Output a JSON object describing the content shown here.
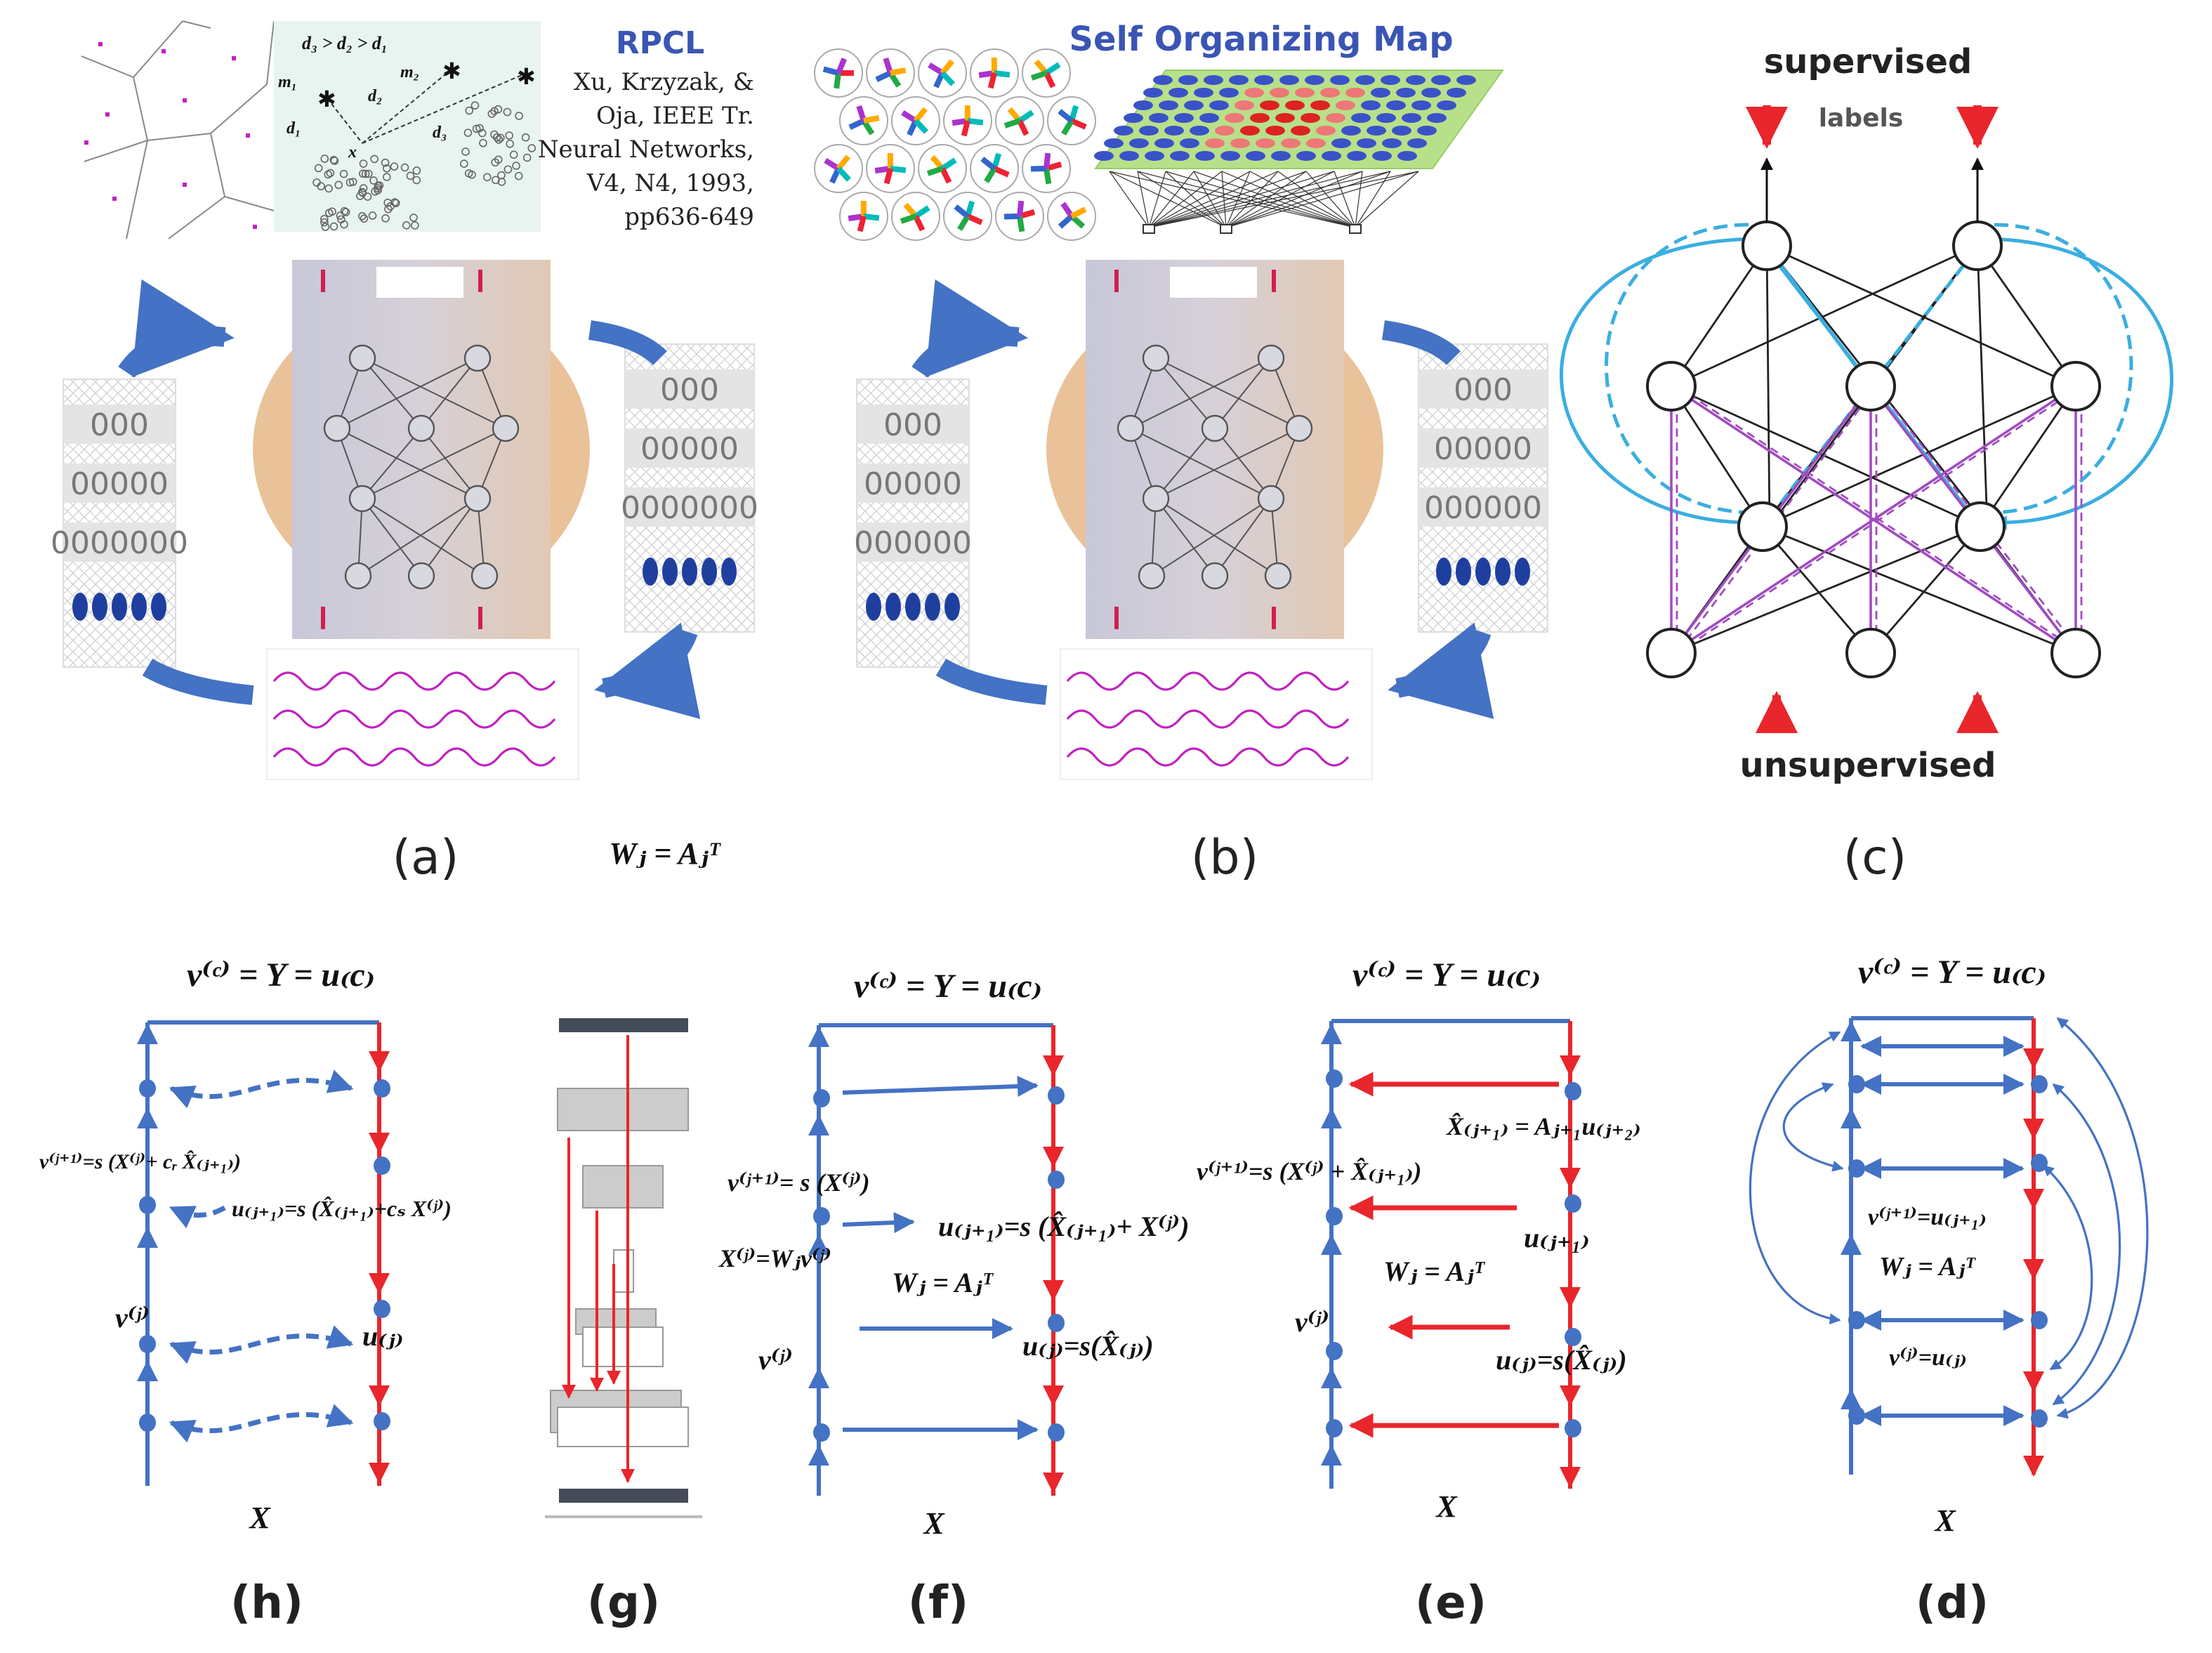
{
  "colors": {
    "blue": "#4472c4",
    "red": "#e8262b",
    "cyan": "#3aaee0",
    "purple": "#a04cc0",
    "pink": "#c020c0",
    "title_blue": "#3a55b4"
  },
  "panel_a": {
    "label": "(a)",
    "title": "RPCL",
    "citation": [
      "Xu, Krzyzak,  &",
      "Oja, IEEE Tr.",
      "Neural Networks,",
      "V4, N4, 1993,",
      "pp636-649"
    ],
    "scatter": {
      "inequality": "d₃ > d₂ > d₁",
      "m1": "m₁",
      "m2": "m₂",
      "d1": "d₁",
      "d2": "d₂",
      "d3": "d₃",
      "x": "x"
    },
    "equation": "Wⱼ = Aⱼᵀ",
    "layers_left": [
      "000",
      "00000",
      "0000000"
    ],
    "layers_right": [
      "000",
      "00000",
      "0000000"
    ]
  },
  "panel_b": {
    "label": "(b)",
    "title": "Self Organizing Map",
    "layers_left": [
      "000",
      "00000",
      "000000"
    ],
    "layers_right": [
      "000",
      "00000",
      "000000"
    ]
  },
  "panel_c": {
    "label": "(c)",
    "top": "supervised",
    "labels": "labels",
    "bottom": "unsupervised"
  },
  "panel_h": {
    "label": "(h)",
    "top": "v⁽ᶜ⁾ = Y = u₍c₎",
    "eq_v": "v⁽ʲ⁺¹⁾=s (X⁽ʲ⁾+ cᵣ X̂₍ⱼ₊₁₎)",
    "eq_u": "u₍ⱼ₊₁₎=s (X̂₍ⱼ₊₁₎+cₛ X⁽ʲ⁾)",
    "vj": "v⁽ʲ⁾",
    "uj": "u₍ⱼ₎",
    "x": "X"
  },
  "panel_g": {
    "label": "(g)"
  },
  "panel_f": {
    "label": "(f)",
    "top": "v⁽ᶜ⁾ = Y = u₍c₎",
    "eq_v": "v⁽ʲ⁺¹⁾= s (X⁽ʲ⁾)",
    "eq_x": "X⁽ʲ⁾=Wⱼv⁽ʲ⁾",
    "eq_u": "u₍ⱼ₊₁₎=s (X̂₍ⱼ₊₁₎+ X⁽ʲ⁾)",
    "eq_w": "Wⱼ = Aⱼᵀ",
    "vj": "v⁽ʲ⁾",
    "uj": "u₍ⱼ₎=s(X̂₍ⱼ₎)",
    "x": "X"
  },
  "panel_e": {
    "label": "(e)",
    "top": "v⁽ᶜ⁾ = Y = u₍c₎",
    "eq_xhat": "X̂₍ⱼ₊₁₎ = Aⱼ₊₁u₍ⱼ₊₂₎",
    "eq_v": "v⁽ʲ⁺¹⁾=s (X⁽ʲ⁾ + X̂₍ⱼ₊₁₎)",
    "eq_u": "u₍ⱼ₊₁₎",
    "eq_w": "Wⱼ = Aⱼᵀ",
    "vj": "v⁽ʲ⁾",
    "uj": "u₍ⱼ₎=s(X̂₍ⱼ₎)",
    "x": "X"
  },
  "panel_d": {
    "label": "(d)",
    "top": "v⁽ᶜ⁾ = Y = u₍c₎",
    "eq_v": "v⁽ʲ⁺¹⁾=u₍ⱼ₊₁₎",
    "eq_w": "Wⱼ = Aⱼᵀ",
    "eq_vj": "v⁽ʲ⁾=u₍ⱼ₎",
    "x": "X"
  }
}
